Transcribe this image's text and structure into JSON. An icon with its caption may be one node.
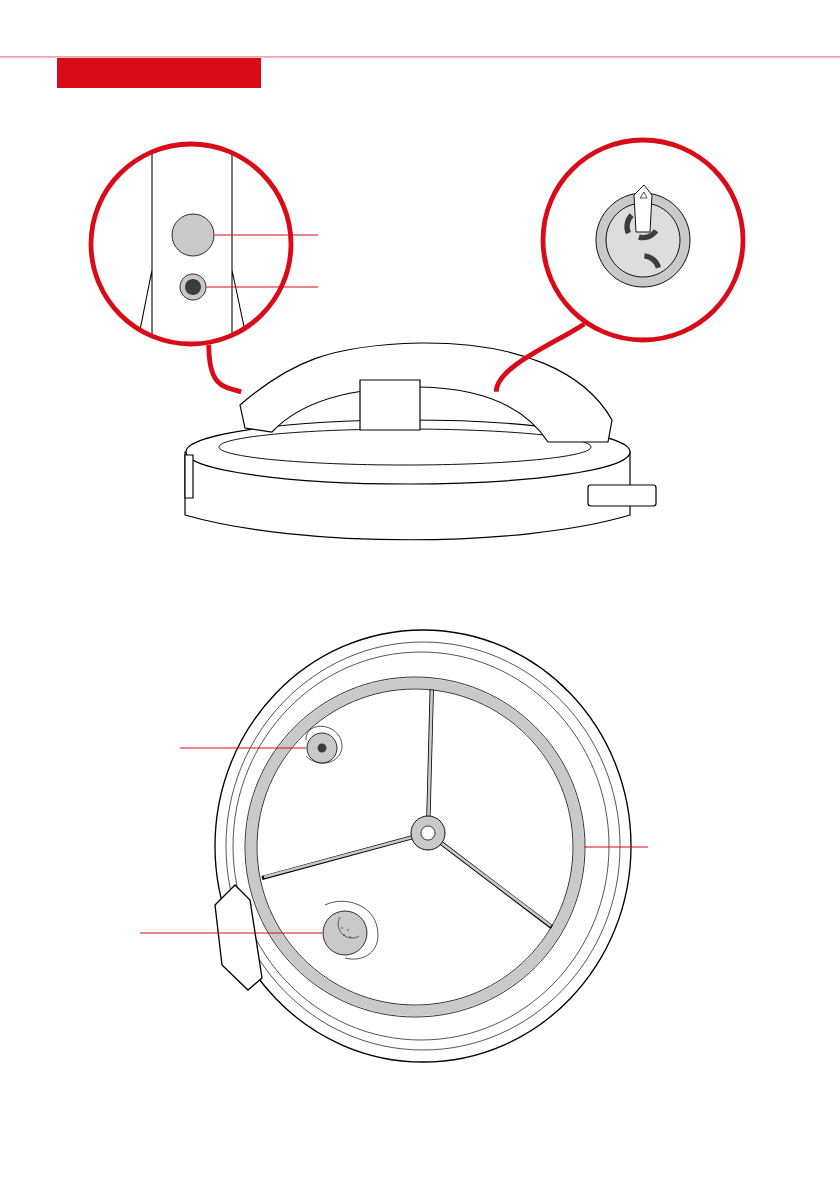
{
  "diagram": {
    "nodes": [
      {
        "text": [],
        "shape": "circle"
      },
      {
        "text": [],
        "shape": "circle",
        "in": 0
      },
      {
        "text": [],
        "shape": "circle",
        "in": 0
      },
      {
        "text": [],
        "shape": "circle"
      },
      {
        "text": [],
        "shape": "picture"
      },
      {
        "text": [],
        "shape": "picture"
      },
      {
        "text": [],
        "shape": "circle",
        "in": 8
      },
      {
        "text": [],
        "shape": "circle",
        "in": 8
      },
      {
        "text": [],
        "shape": "circle",
        "in": 5
      }
    ],
    "edges": [
      {
        "from": null,
        "to": 1,
        "arrow": "none"
      },
      {
        "from": null,
        "to": 2,
        "arrow": "none"
      },
      {
        "from": 0,
        "to": 4,
        "arrow": "none",
        "style": "thick"
      },
      {
        "from": 3,
        "to": 4,
        "arrow": "none",
        "style": "thick"
      },
      {
        "from": null,
        "to": 6,
        "arrow": "none"
      },
      {
        "from": null,
        "to": 7,
        "arrow": "none"
      },
      {
        "from": null,
        "to": 8,
        "arrow": "none"
      }
    ]
  }
}
